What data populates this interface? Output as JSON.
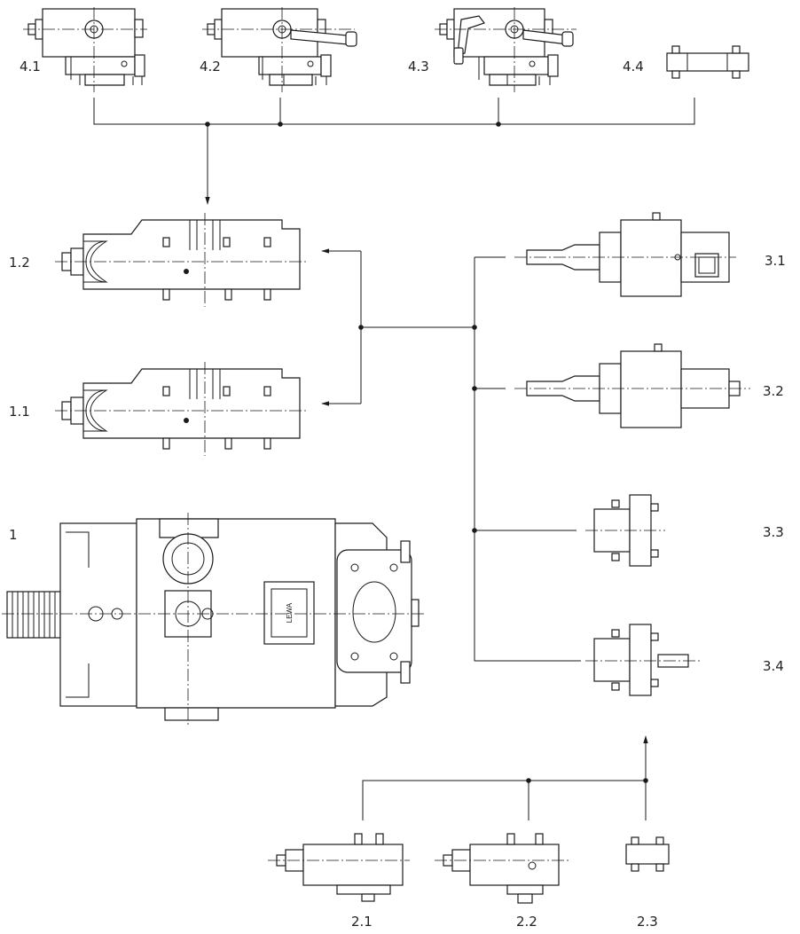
{
  "labels": {
    "l4_1": "4.1",
    "l4_2": "4.2",
    "l4_3": "4.3",
    "l4_4": "4.4",
    "l1_2": "1.2",
    "l1_1": "1.1",
    "l1": "1",
    "l3_1": "3.1",
    "l3_2": "3.2",
    "l3_3": "3.3",
    "l3_4": "3.4",
    "l2_1": "2.1",
    "l2_2": "2.2",
    "l2_3": "2.3"
  },
  "pump_plate_text": "LEWA"
}
